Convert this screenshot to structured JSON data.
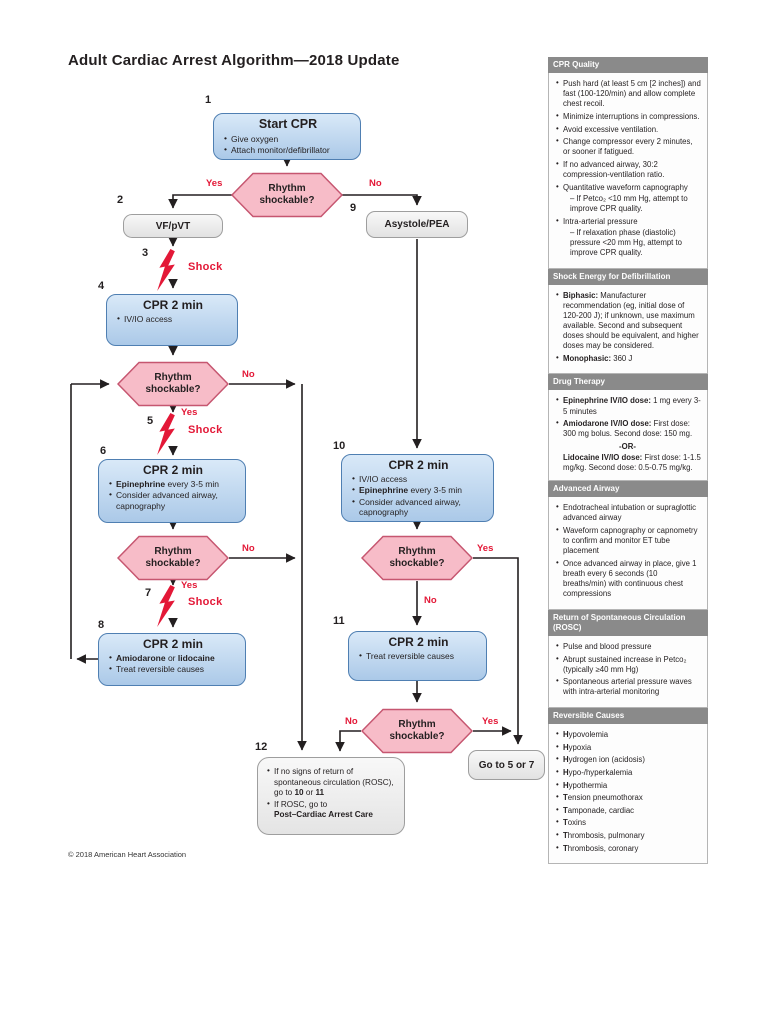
{
  "page": {
    "title": "Adult Cardiac Arrest Algorithm—2018 Update",
    "copyright": "© 2018 American Heart Association"
  },
  "labels": {
    "yes": "Yes",
    "no": "No",
    "shock": "Shock",
    "rhythm_q": "Rhythm shockable?"
  },
  "colors": {
    "accent_red": "#e31837",
    "blue_box_fill": "#bcd7f0",
    "blue_box_border": "#4f7fb2",
    "hex_fill": "#f7bcc8",
    "hex_border": "#c65670",
    "gray_fill": "#ececec",
    "gray_border": "#9e9e9e",
    "sidebar_header_bg": "#8a8a8a",
    "arrow": "#231f20"
  },
  "flow": {
    "numbers": [
      "1",
      "2",
      "3",
      "4",
      "5",
      "6",
      "7",
      "8",
      "9",
      "10",
      "11",
      "12"
    ],
    "box1": {
      "title": "Start CPR",
      "b1": "Give oxygen",
      "b2": "Attach monitor/defibrillator"
    },
    "box2": "VF/pVT",
    "box9": "Asystole/PEA",
    "box4": {
      "title": "CPR 2 min",
      "b1": "IV/IO access"
    },
    "box6": {
      "title": "CPR 2 min",
      "b1_bold": "Epinephrine",
      "b1_rest": " every 3-5 min",
      "b2": "Consider advanced airway, capnography"
    },
    "box8": {
      "title": "CPR 2 min",
      "b1_bold": "Amiodarone",
      "b1_mid": " or ",
      "b1_bold2": "lidocaine",
      "b2": "Treat reversible causes"
    },
    "box10": {
      "title": "CPR 2 min",
      "b1": "IV/IO access",
      "b2_bold": "Epinephrine",
      "b2_rest": " every 3-5 min",
      "b3": "Consider advanced airway, capnography"
    },
    "box11": {
      "title": "CPR 2 min",
      "b1": "Treat reversible causes"
    },
    "box12": {
      "b1_pre": "If no signs of return of spontaneous circulation (ROSC), go to ",
      "b1_bold1": "10",
      "b1_mid": " or ",
      "b1_bold2": "11",
      "b2_pre": "If ROSC, go to",
      "b2_bold": "Post–Cardiac Arrest Care"
    },
    "goto": "Go to 5 or 7"
  },
  "sidebar": {
    "cpr": {
      "header": "CPR Quality",
      "b1": "Push hard (at least 5 cm [2 inches]) and fast (100-120/min) and allow complete chest recoil.",
      "b2": "Minimize interruptions in compressions.",
      "b3": "Avoid excessive ventilation.",
      "b4": "Change compressor every 2 minutes, or sooner if fatigued.",
      "b5": "If no advanced airway, 30:2 compression-ventilation ratio.",
      "b6": "Quantitative waveform capnography",
      "b6s": "– If Petco₂ <10 mm Hg, attempt to improve CPR quality.",
      "b7": "Intra-arterial pressure",
      "b7s": "– If relaxation phase (diastolic) pressure <20 mm Hg, attempt to improve CPR quality."
    },
    "shock": {
      "header": "Shock Energy for Defibrillation",
      "b1_bold": "Biphasic:",
      "b1_rest": " Manufacturer recommendation (eg, initial dose of 120-200 J); if unknown, use maximum available. Second and subsequent doses should be equivalent, and higher doses may be considered.",
      "b2_bold": "Monophasic:",
      "b2_rest": " 360 J"
    },
    "drug": {
      "header": "Drug Therapy",
      "b1_bold": "Epinephrine IV/IO dose:",
      "b1_rest": " 1 mg every 3-5 minutes",
      "b2_bold": "Amiodarone IV/IO dose:",
      "b2_rest": " First dose: 300 mg bolus. Second dose: 150 mg.",
      "or": "-OR-",
      "lido_bold": "Lidocaine IV/IO dose:",
      "lido_rest": " First dose: 1-1.5 mg/kg. Second dose: 0.5-0.75 mg/kg."
    },
    "airway": {
      "header": "Advanced Airway",
      "b1": "Endotracheal intubation or supraglottic advanced airway",
      "b2": "Waveform capnography or capnometry to confirm and monitor ET tube placement",
      "b3": "Once advanced airway in place, give 1 breath every 6 seconds (10 breaths/min) with continuous chest compressions"
    },
    "rosc": {
      "header": "Return of Spontaneous Circulation (ROSC)",
      "b1": "Pulse and blood pressure",
      "b2": "Abrupt sustained increase in Petco₂ (typically ≥40 mm Hg)",
      "b3": "Spontaneous arterial pressure waves with intra-arterial monitoring"
    },
    "causes": {
      "header": "Reversible Causes",
      "b1b": "H",
      "b1r": "ypovolemia",
      "b2b": "H",
      "b2r": "ypoxia",
      "b3b": "H",
      "b3r": "ydrogen ion (acidosis)",
      "b4b": "H",
      "b4r": "ypo-/hyperkalemia",
      "b5b": "H",
      "b5r": "ypothermia",
      "b6b": "T",
      "b6r": "ension pneumothorax",
      "b7b": "T",
      "b7r": "amponade, cardiac",
      "b8b": "T",
      "b8r": "oxins",
      "b9b": "T",
      "b9r": "hrombosis, pulmonary",
      "b10b": "T",
      "b10r": "hrombosis, coronary"
    }
  }
}
